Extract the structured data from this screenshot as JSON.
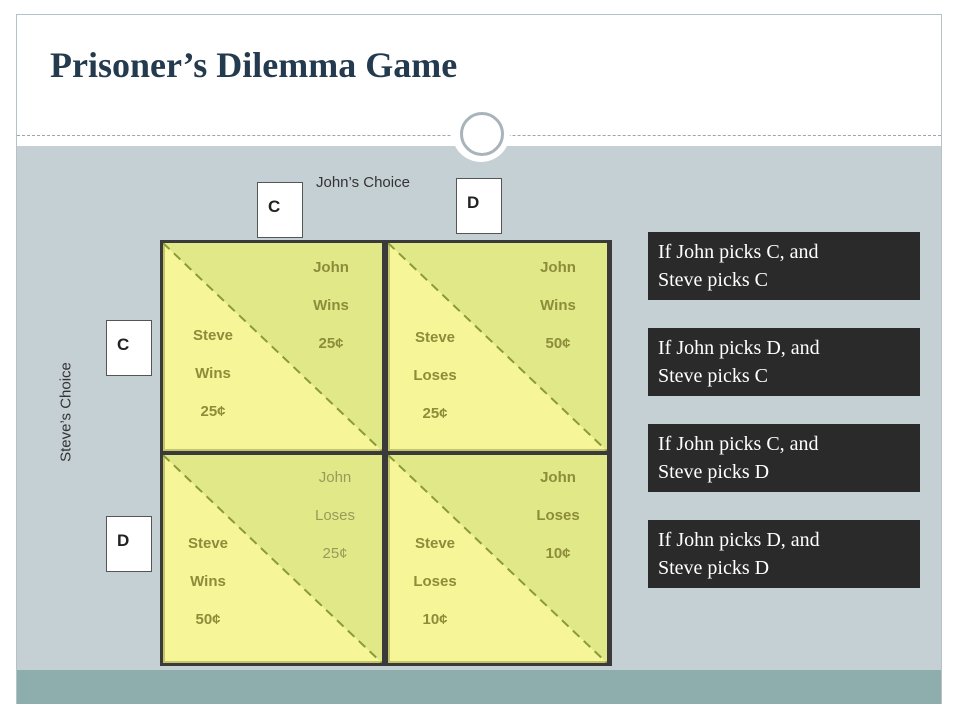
{
  "title": "Prisoner’s Dilemma Game",
  "axes": {
    "john_label": "John’s Choice",
    "steve_label": "Steve’s Choice",
    "john_columns": [
      "C",
      "D"
    ],
    "steve_rows": [
      "C",
      "D"
    ]
  },
  "cells": [
    {
      "john": [
        "John",
        "Wins",
        "25¢"
      ],
      "steve": [
        "Steve",
        "Wins",
        "25¢"
      ]
    },
    {
      "john": [
        "John",
        "Wins",
        "50¢"
      ],
      "steve": [
        "Steve",
        "Loses",
        "25¢"
      ]
    },
    {
      "john": [
        "John",
        "Loses",
        "25¢"
      ],
      "steve": [
        "Steve",
        "Wins",
        "50¢"
      ]
    },
    {
      "john": [
        "John",
        "Loses",
        "10¢"
      ],
      "steve": [
        "Steve",
        "Loses",
        "10¢"
      ]
    }
  ],
  "scenarios": [
    {
      "line1": "If John picks C, and",
      "line2": "Steve picks C"
    },
    {
      "line1": "If John picks D, and",
      "line2": "Steve picks C"
    },
    {
      "line1": "If John picks C, and",
      "line2": "Steve picks D"
    },
    {
      "line1": "If John picks D, and",
      "line2": "Steve picks D"
    }
  ],
  "colors": {
    "cell_fill": "#f6f698",
    "cell_shade": "#e1e888",
    "diagonal": "#8a9a3a",
    "scenario_bg": "#2a2a2a",
    "title": "#243a4e"
  }
}
